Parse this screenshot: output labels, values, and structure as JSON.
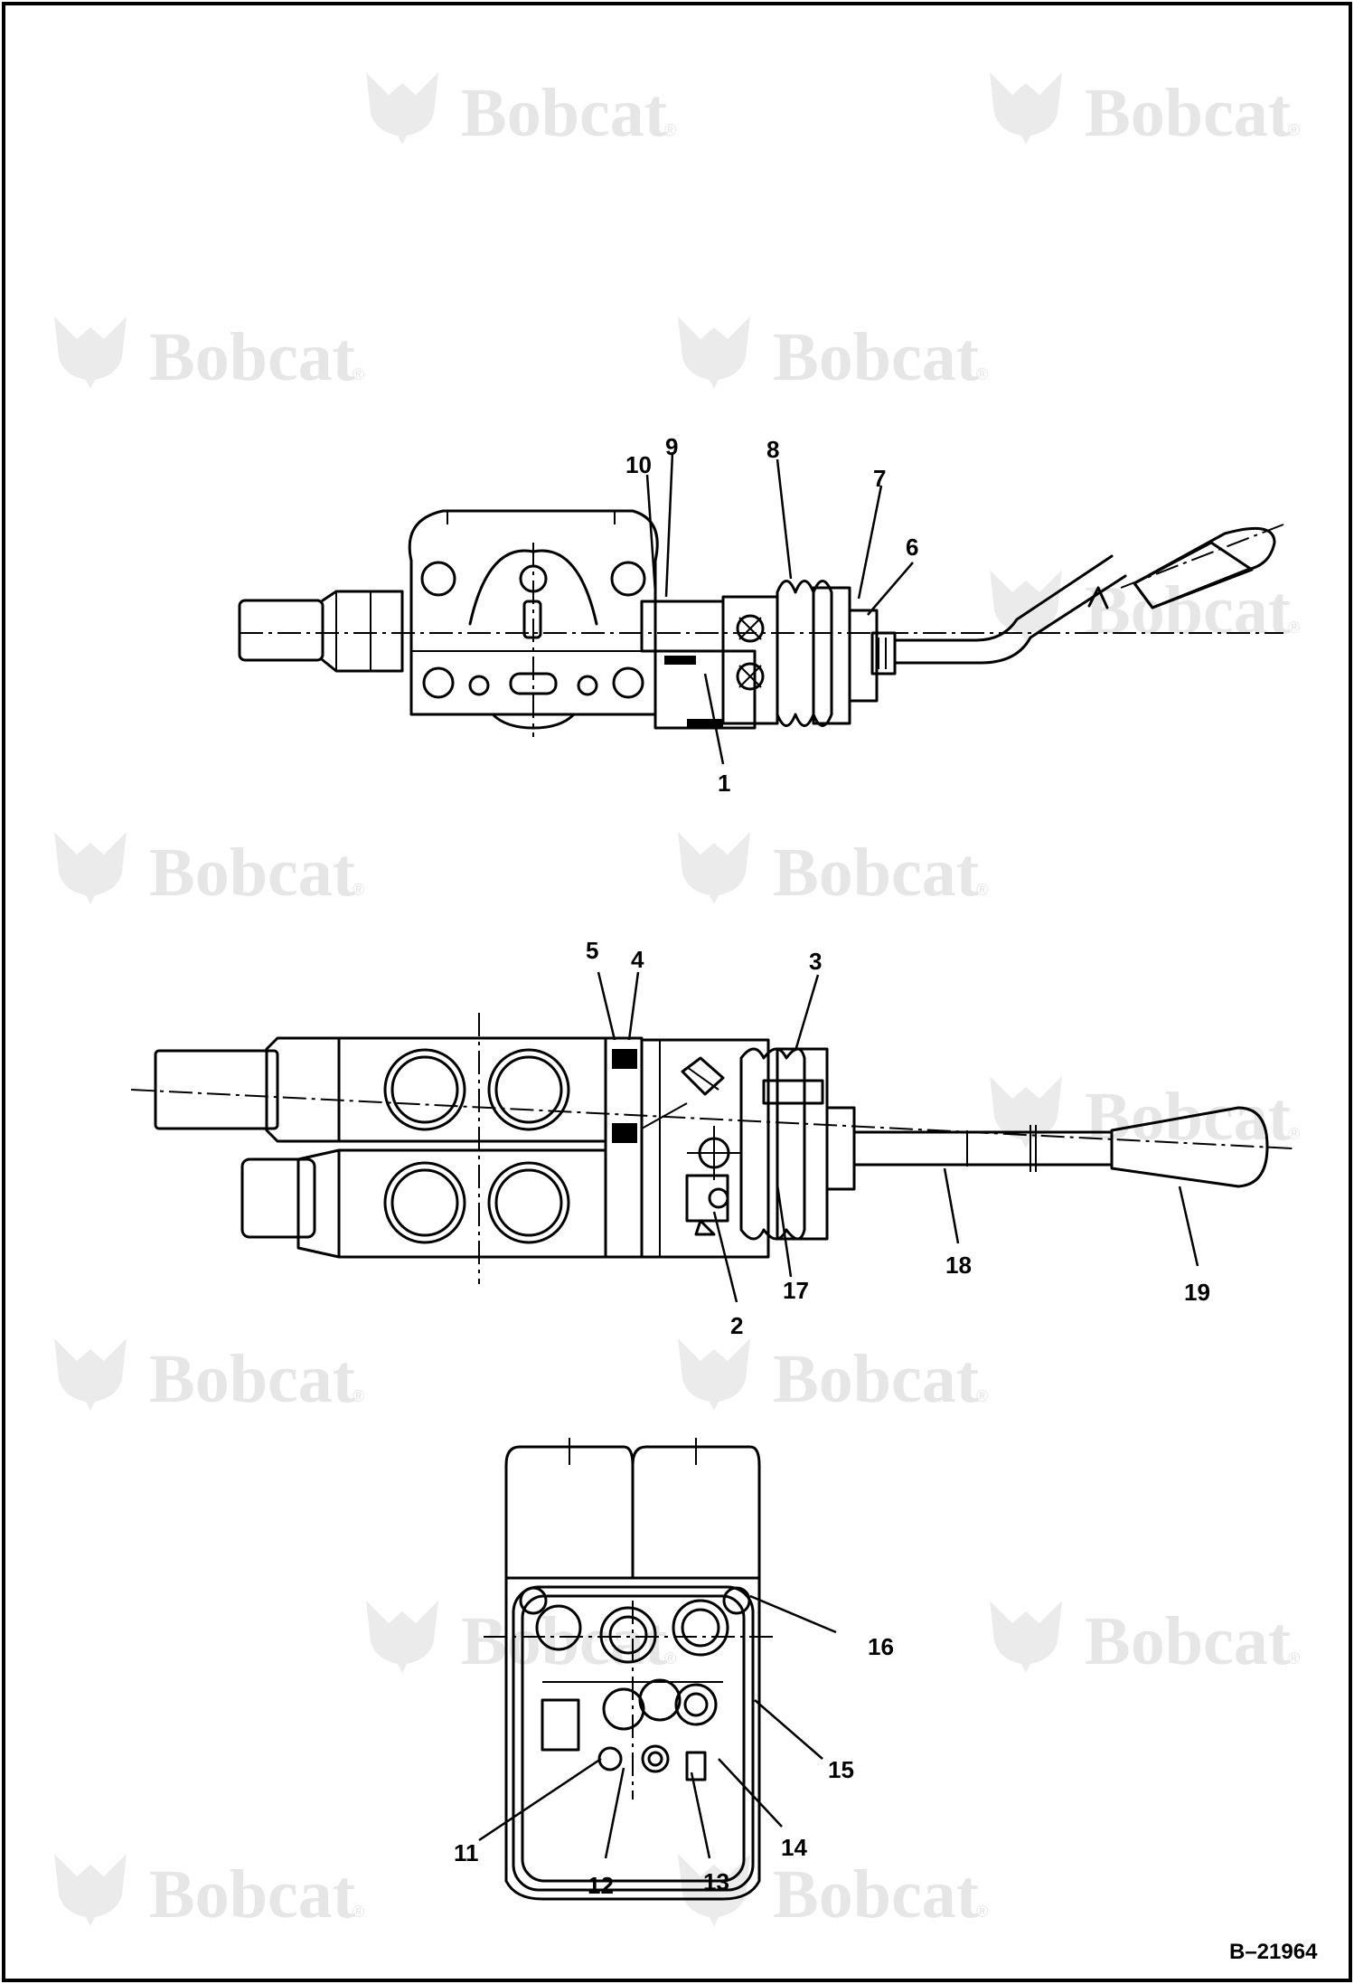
{
  "diagram": {
    "watermark": {
      "brand": "Bobcat",
      "mark": "®"
    },
    "reference_number": "B–21964",
    "views": [
      {
        "name": "side-view",
        "callouts": [
          "10",
          "9",
          "8",
          "7",
          "6",
          "1"
        ]
      },
      {
        "name": "top-view",
        "callouts": [
          "5",
          "4",
          "3",
          "2",
          "17",
          "18",
          "19"
        ]
      },
      {
        "name": "end-view",
        "callouts": [
          "16",
          "15",
          "14",
          "13",
          "12",
          "11"
        ]
      }
    ]
  }
}
